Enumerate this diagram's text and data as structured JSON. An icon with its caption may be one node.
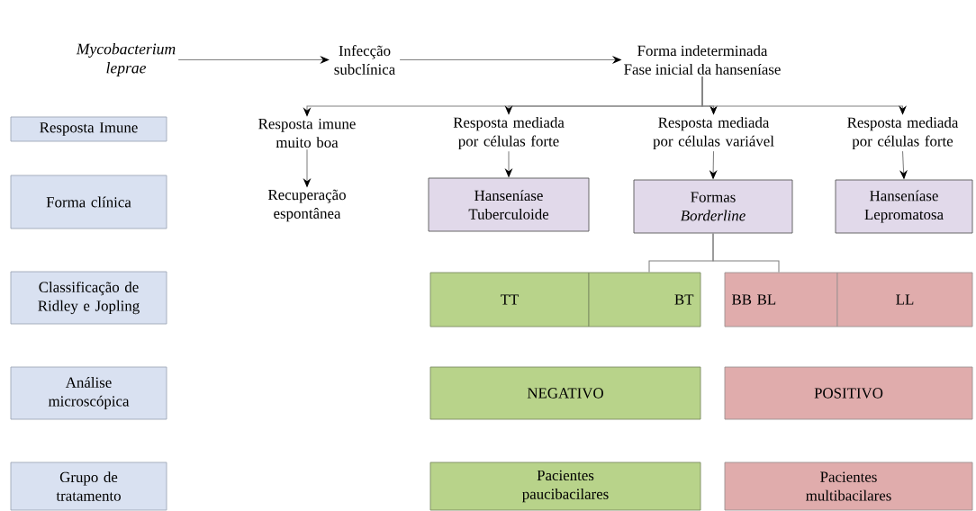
{
  "diagram": {
    "nodes": [
      {
        "text": [
          "Mycobacterium leprae"
        ]
      },
      {
        "text": [
          "Infecção subclínica"
        ]
      },
      {
        "text": [
          "Forma indeterminada",
          "Fase inicial da hanseníase"
        ]
      },
      {
        "text": [
          "Resposta imune muito boa"
        ]
      },
      {
        "text": [
          "Resposta mediada por células forte"
        ]
      },
      {
        "text": [
          "Resposta mediada por células variável"
        ]
      },
      {
        "text": [
          "Resposta mediada por células forte"
        ]
      },
      {
        "text": [
          "Recuperação espontânea"
        ]
      },
      {
        "text": [
          "Hanseníase Tuberculoide"
        ]
      },
      {
        "text": [
          "Formas *Borderline*"
        ]
      },
      {
        "text": [
          "Hanseníase Lepromatosa"
        ]
      },
      {
        "text": [
          "Resposta Imune"
        ]
      },
      {
        "text": [
          "Forma clínica"
        ]
      },
      {
        "text": [
          "Classificação de Ridley e Jopling"
        ]
      },
      {
        "text": [
          "TT"
        ]
      },
      {
        "text": [
          "BT"
        ]
      },
      {
        "text": [
          "BB   BL"
        ]
      },
      {
        "text": [
          "LL"
        ]
      },
      {
        "text": [
          "Análise microscópica"
        ]
      },
      {
        "text": [
          "NEGATIVO"
        ]
      },
      {
        "text": [
          "POSITIVO"
        ]
      },
      {
        "text": [
          "Grupo de tratamento"
        ]
      },
      {
        "text": [
          "Pacientes paucibacilares"
        ]
      },
      {
        "text": [
          "Pacientes multibacilares"
        ]
      }
    ],
    "edges": [
      {
        "from": 0,
        "to": 1,
        "arrow": "to"
      },
      {
        "from": 1,
        "to": 2,
        "arrow": "to"
      },
      {
        "from": 2,
        "to": 3,
        "arrow": "to"
      },
      {
        "from": 2,
        "to": 4,
        "arrow": "to"
      },
      {
        "from": 2,
        "to": 5,
        "arrow": "to"
      },
      {
        "from": 2,
        "to": 6,
        "arrow": "to"
      },
      {
        "from": 3,
        "to": 7,
        "arrow": "to"
      },
      {
        "from": 4,
        "to": 8,
        "arrow": "to"
      },
      {
        "from": 5,
        "to": 9,
        "arrow": "to"
      },
      {
        "from": 6,
        "to": 10,
        "arrow": "to"
      },
      {
        "from": 9,
        "to": 15,
        "arrow": "none"
      },
      {
        "from": 9,
        "to": 16,
        "arrow": "none"
      }
    ]
  }
}
